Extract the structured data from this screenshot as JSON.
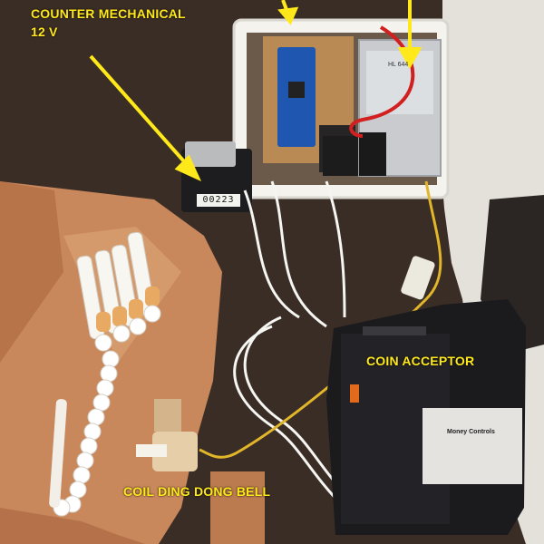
{
  "labels": {
    "counter_line1": "COUNTER MECHANICAL",
    "counter_line2": "12 V",
    "coin_acceptor": "COIN ACCEPTOR",
    "coil_bell": "COIL DING DONG BELL"
  },
  "counter_readout": "00223",
  "coin_acceptor_brand": "Money Controls",
  "power_supply_model": "HL 644",
  "colors": {
    "annotation": "#ffe91a",
    "wall_wood": "#3a2d25",
    "plywood": "#c9885c",
    "coin_acceptor_body": "#1b1b1e"
  }
}
